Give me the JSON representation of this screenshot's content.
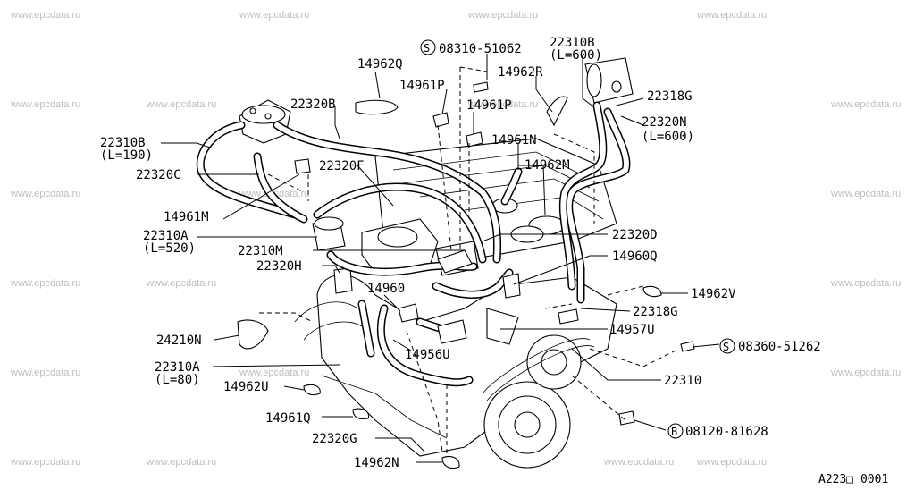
{
  "watermark": "www.epcdata.ru",
  "figure_code": "A223□ 0001",
  "labels": {
    "p_08310_51062": "08310-51062",
    "p_22310B_600": "22310B",
    "p_22310B_600_len": "(L=600)",
    "p_14962Q": "14962Q",
    "p_14962R": "14962R",
    "p_22318G_top": "22318G",
    "p_14961P_a": "14961P",
    "p_14961P_b": "14961P",
    "p_22320B": "22320B",
    "p_22320N": "22320N",
    "p_22320N_len": "(L=600)",
    "p_22310B_190": "22310B",
    "p_22310B_190_len": "(L=190)",
    "p_14961N": "14961N",
    "p_22320C": "22320C",
    "p_22320F": "22320F",
    "p_14962M": "14962M",
    "p_14961M": "14961M",
    "p_22310A_520": "22310A",
    "p_22310A_520_len": "(L=520)",
    "p_22320D": "22320D",
    "p_22310M": "22310M",
    "p_14960Q": "14960Q",
    "p_22320H": "22320H",
    "p_14962V": "14962V",
    "p_14960": "14960",
    "p_22318G_bot": "22318G",
    "p_24210N": "24210N",
    "p_14957U": "14957U",
    "p_08360_51262": "08360-51262",
    "p_14956U": "14956U",
    "p_22310A_80": "22310A",
    "p_22310A_80_len": "(L=80)",
    "p_22310": "22310",
    "p_14962U": "14962U",
    "p_14961Q": "14961Q",
    "p_08120_81628": "08120-81628",
    "p_22320G": "22320G",
    "p_14962N": "14962N"
  },
  "symbols": {
    "screw_s": "S",
    "bolt_b": "B"
  }
}
